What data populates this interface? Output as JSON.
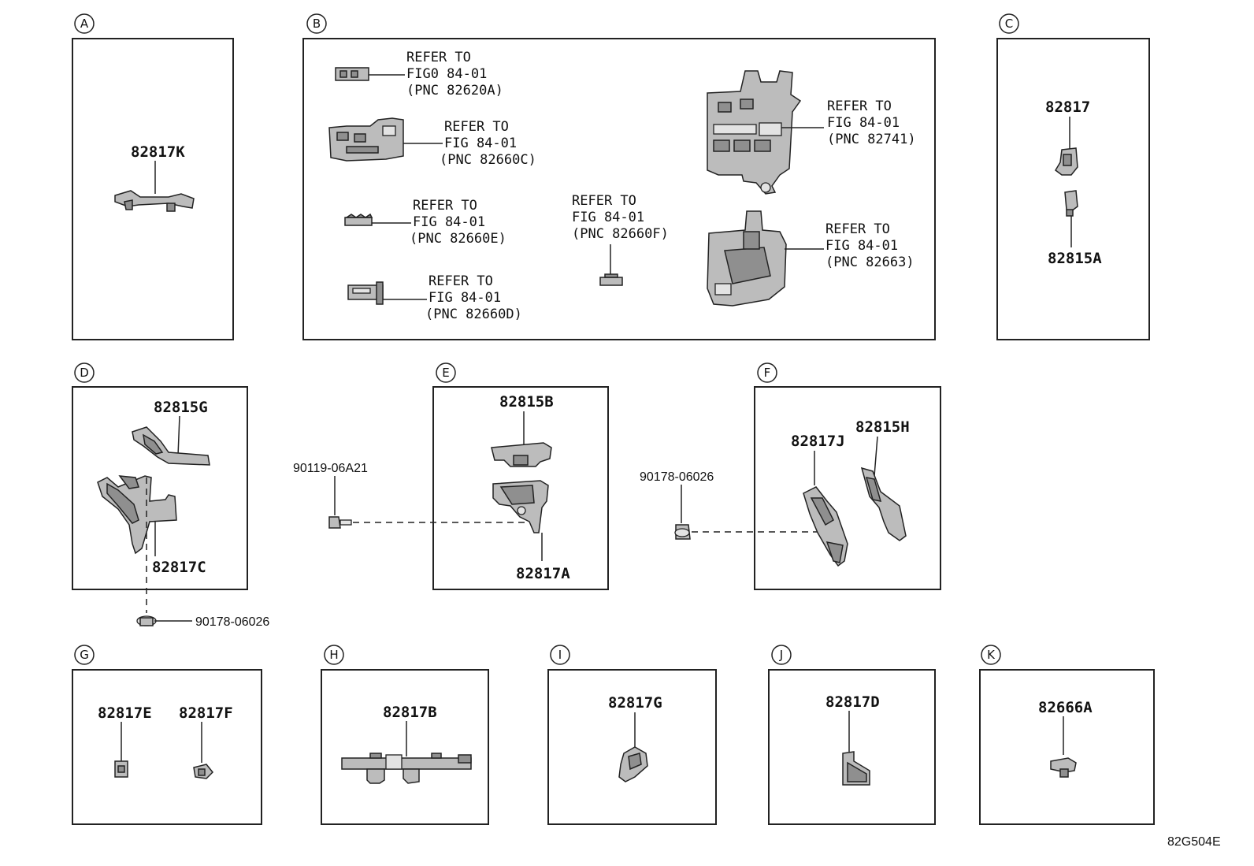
{
  "sections": {
    "A": {
      "letter": "A",
      "parts": [
        "82817K"
      ]
    },
    "B": {
      "letter": "B",
      "refs": [
        {
          "l1": "REFER TO",
          "l2": "FIG0 84-01",
          "l3": "(PNC 82620A)"
        },
        {
          "l1": "REFER TO",
          "l2": "FIG 84-01",
          "l3": "(PNC 82660C)"
        },
        {
          "l1": "REFER TO",
          "l2": "FIG 84-01",
          "l3": "(PNC 82660E)"
        },
        {
          "l1": "REFER TO",
          "l2": "FIG 84-01",
          "l3": "(PNC 82660D)"
        },
        {
          "l1": "REFER TO",
          "l2": "FIG 84-01",
          "l3": "(PNC 82660F)"
        },
        {
          "l1": "REFER TO",
          "l2": "FIG 84-01",
          "l3": "(PNC 82741)"
        },
        {
          "l1": "REFER TO",
          "l2": "FIG 84-01",
          "l3": "(PNC 82663)"
        }
      ]
    },
    "C": {
      "letter": "C",
      "parts": [
        "82817",
        "82815A"
      ]
    },
    "D": {
      "letter": "D",
      "parts": [
        "82815G",
        "82817C"
      ]
    },
    "E": {
      "letter": "E",
      "parts": [
        "82815B",
        "82817A"
      ]
    },
    "F": {
      "letter": "F",
      "parts": [
        "82817J",
        "82815H"
      ]
    },
    "G": {
      "letter": "G",
      "parts": [
        "82817E",
        "82817F"
      ]
    },
    "H": {
      "letter": "H",
      "parts": [
        "82817B"
      ]
    },
    "I": {
      "letter": "I",
      "parts": [
        "82817G"
      ]
    },
    "J": {
      "letter": "J",
      "parts": [
        "82817D"
      ]
    },
    "K": {
      "letter": "K",
      "parts": [
        "82666A"
      ]
    }
  },
  "fasteners": {
    "bolt_e": "90119-06A21",
    "clip_f": "90178-06026",
    "clip_d": "90178-06026"
  },
  "diagram_code": "82G504E"
}
